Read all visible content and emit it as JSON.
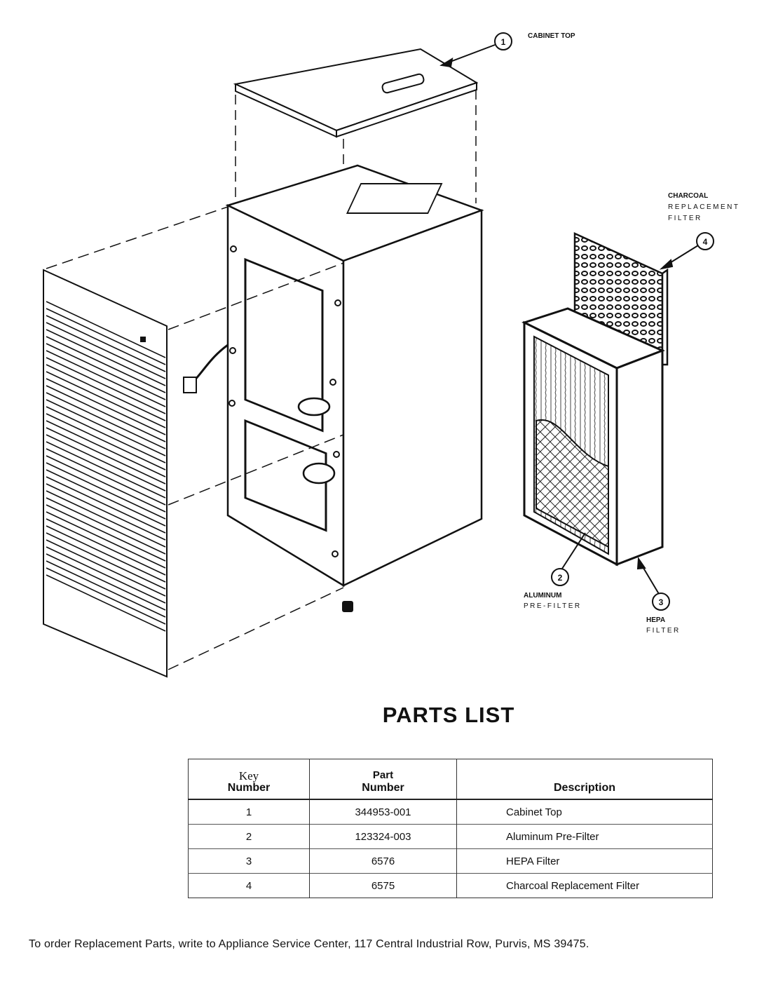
{
  "diagram": {
    "callouts": [
      {
        "number": "1",
        "label": "CABINET TOP"
      },
      {
        "number": "2",
        "label_lines": [
          "ALUMINUM",
          "PRE-FILTER"
        ]
      },
      {
        "number": "3",
        "label_lines": [
          "HEPA",
          "FILTER"
        ]
      },
      {
        "number": "4",
        "label_lines": [
          "CHARCOAL",
          "REPLACEMENT",
          "FILTER"
        ]
      }
    ]
  },
  "parts_list": {
    "title": "PARTS LIST",
    "headers": {
      "key_top": "Key",
      "key_bottom": "Number",
      "part_top": "Part",
      "part_bottom": "Number",
      "description": "Description"
    },
    "rows": [
      {
        "key": "1",
        "part": "344953-001",
        "description": "Cabinet Top"
      },
      {
        "key": "2",
        "part": "123324-003",
        "description": "Aluminum Pre-Filter"
      },
      {
        "key": "3",
        "part": "6576",
        "description": "HEPA Filter"
      },
      {
        "key": "4",
        "part": "6575",
        "description": "Charcoal Replacement Filter"
      }
    ]
  },
  "footer": "To order Replacement Parts, write to Appliance Service Center, 117 Central Industrial Row, Purvis, MS 39475."
}
